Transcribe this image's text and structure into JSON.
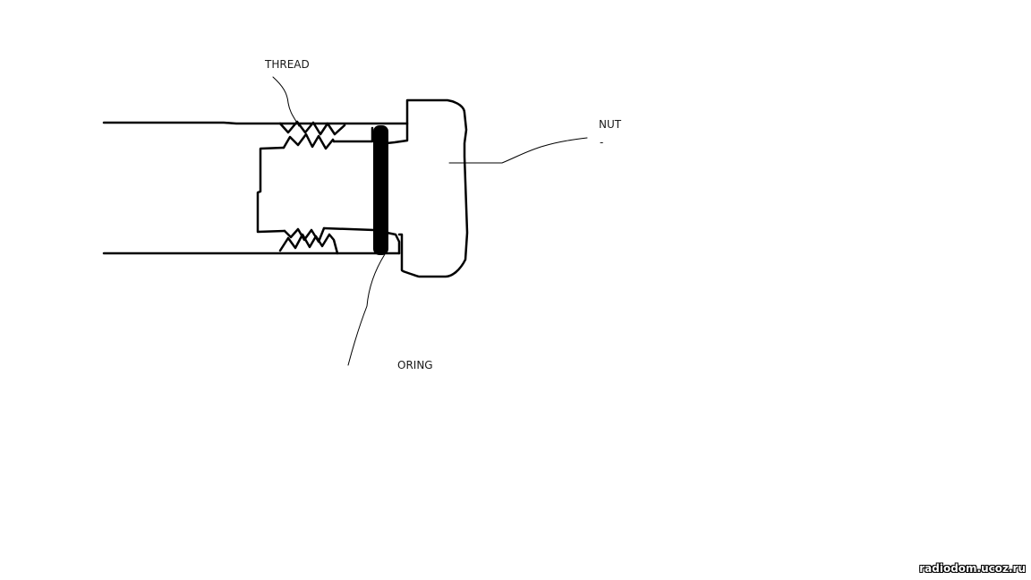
{
  "labels": {
    "thread": "THREAD",
    "nut": "NUT",
    "nut_dash": "-",
    "oring": "ORING"
  },
  "watermark": "radiodom.ucoz.ru",
  "colors": {
    "stroke": "#000000",
    "background": "#ffffff"
  }
}
